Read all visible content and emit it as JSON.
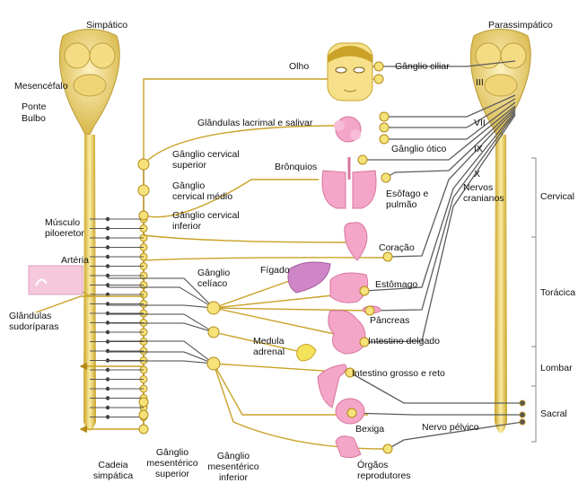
{
  "headers": {
    "sympathetic": "Simpático",
    "parasympathetic": "Parassimpático"
  },
  "brain_labels": {
    "mesencephalon": "Mesencéfalo",
    "pons": "Ponte",
    "medulla": "Bulbo"
  },
  "spinal_regions": {
    "cervical": "Cervical",
    "thoracic": "Torácica",
    "lumbar": "Lombar",
    "sacral": "Sacral"
  },
  "cranial_nerves": {
    "iii": "III",
    "vii": "VII",
    "ix": "IX",
    "x": "X",
    "nerves_line1": "Nervos",
    "nerves_line2": "cranianos"
  },
  "organs": {
    "eye": "Olho",
    "glands": "Glândulas lacrimal e salivar",
    "bronchi": "Brônquios",
    "esophagus_line1": "Esôfago e",
    "esophagus_line2": "pulmão",
    "heart": "Coração",
    "liver": "Fígado",
    "stomach": "Estômago",
    "pancreas": "Pâncreas",
    "small_intestine": "Intestino delgado",
    "adrenal_line1": "Medula",
    "adrenal_line2": "adrenal",
    "large_intestine": "Intestino grosso e reto",
    "bladder": "Bexiga",
    "repro_line1": "Órgãos",
    "repro_line2": "reprodutores"
  },
  "ganglia": {
    "ciliary": "Gânglio ciliar",
    "otic": "Gânglio ótico",
    "cervical_sup_1": "Gânglio cervical",
    "cervical_sup_2": "superior",
    "cervical_mid_1": "Gânglio",
    "cervical_mid_2": "cervical médio",
    "cervical_inf_1": "Gânglio cervical",
    "cervical_inf_2": "inferior",
    "celiac_1": "Gânglio",
    "celiac_2": "celíaco",
    "mes_sup_1": "Gânglio",
    "mes_sup_2": "mesentérico",
    "mes_sup_3": "superior",
    "mes_inf_1": "Gânglio",
    "mes_inf_2": "mesentérico",
    "mes_inf_3": "inferior",
    "chain_1": "Cadeia",
    "chain_2": "simpática"
  },
  "skin": {
    "muscle_1": "Músculo",
    "muscle_2": "piloeretor",
    "artery": "Artéria",
    "sweat_1": "Glândulas",
    "sweat_2": "sudoríparas"
  },
  "pelvic_nerve": "Nervo pélvico",
  "colors": {
    "sympathetic_fiber": "#c9a227",
    "parasympathetic_fiber": "#666666",
    "cord": "#f2dc7a",
    "organ": "#f4a6c8",
    "ganglion": "#f6e27a"
  }
}
